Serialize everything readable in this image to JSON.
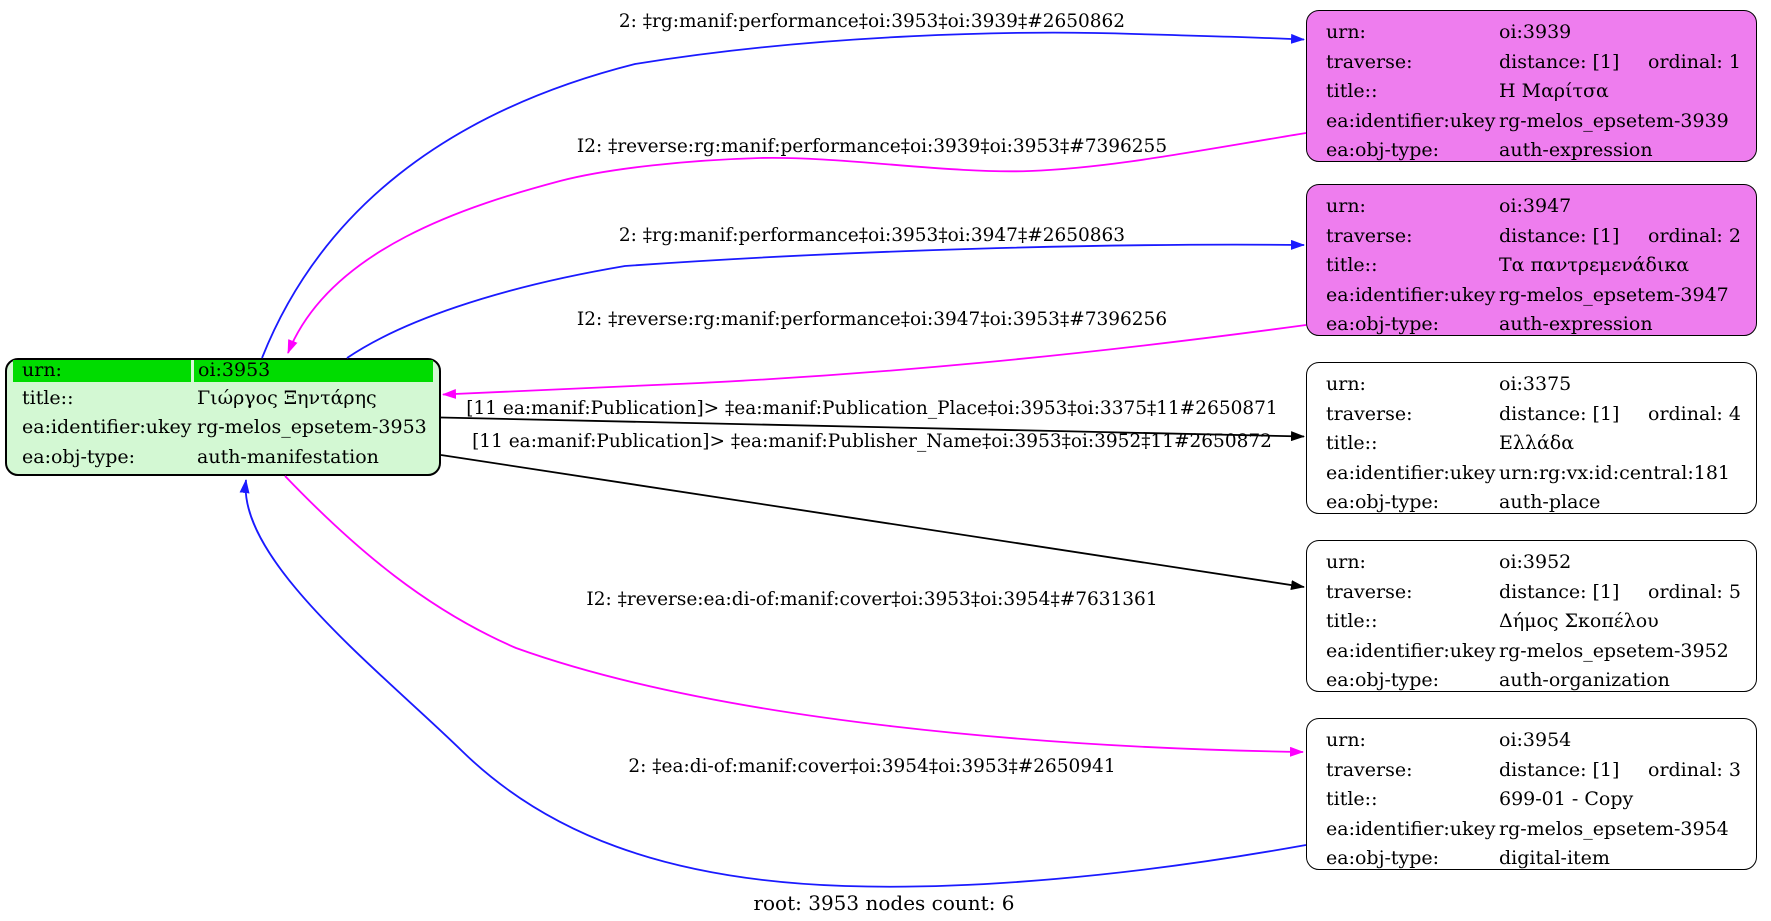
{
  "colors": {
    "root_fill": "#d3f8d3",
    "root_header_fill": "#00dc00",
    "expression_fill": "#ee7dee",
    "plain_fill": "#ffffff",
    "blue_edge": "#1a1aff",
    "magenta_edge": "#ff00ff",
    "black_edge": "#000000"
  },
  "field_labels": {
    "urn": "urn:",
    "traverse": "traverse:",
    "title": "title::",
    "ukey": "ea:identifier:ukey",
    "objtype": "ea:obj-type:"
  },
  "root_node": {
    "urn": "oi:3953",
    "title": "Γιώργος Ξηντάρης",
    "ukey": "rg-melos_epsetem-3953",
    "objtype": "auth-manifestation"
  },
  "nodes": [
    {
      "urn": "oi:3939",
      "distance": "distance: [1]",
      "ordinal": "ordinal: 1",
      "title": "Η Μαρίτσα",
      "ukey": "rg-melos_epsetem-3939",
      "objtype": "auth-expression"
    },
    {
      "urn": "oi:3947",
      "distance": "distance: [1]",
      "ordinal": "ordinal: 2",
      "title": "Τα παντρεμενάδικα",
      "ukey": "rg-melos_epsetem-3947",
      "objtype": "auth-expression"
    },
    {
      "urn": "oi:3375",
      "distance": "distance: [1]",
      "ordinal": "ordinal: 4",
      "title": "Ελλάδα",
      "ukey": "urn:rg:vx:id:central:181",
      "objtype": "auth-place"
    },
    {
      "urn": "oi:3952",
      "distance": "distance: [1]",
      "ordinal": "ordinal: 5",
      "title": "Δήμος Σκοπέλου",
      "ukey": "rg-melos_epsetem-3952",
      "objtype": "auth-organization"
    },
    {
      "urn": "oi:3954",
      "distance": "distance: [1]",
      "ordinal": "ordinal: 3",
      "title": "699-01 - Copy",
      "ukey": "rg-melos_epsetem-3954",
      "objtype": "digital-item"
    }
  ],
  "edge_labels": [
    {
      "text": "2: ‡rg:manif:performance‡oi:3953‡oi:3939‡#2650862",
      "color": "blue"
    },
    {
      "text": "I2: ‡reverse:rg:manif:performance‡oi:3939‡oi:3953‡#7396255",
      "color": "magenta"
    },
    {
      "text": "2: ‡rg:manif:performance‡oi:3953‡oi:3947‡#2650863",
      "color": "blue"
    },
    {
      "text": "I2: ‡reverse:rg:manif:performance‡oi:3947‡oi:3953‡#7396256",
      "color": "magenta"
    },
    {
      "text": "[11 ea:manif:Publication]> ‡ea:manif:Publication_Place‡oi:3953‡oi:3375‡11#2650871",
      "color": "black"
    },
    {
      "text": "[11 ea:manif:Publication]> ‡ea:manif:Publisher_Name‡oi:3953‡oi:3952‡11#2650872",
      "color": "black"
    },
    {
      "text": "I2: ‡reverse:ea:di-of:manif:cover‡oi:3953‡oi:3954‡#7631361",
      "color": "magenta"
    },
    {
      "text": "2: ‡ea:di-of:manif:cover‡oi:3954‡oi:3953‡#2650941",
      "color": "blue"
    }
  ],
  "footer": "root: 3953 nodes count: 6"
}
